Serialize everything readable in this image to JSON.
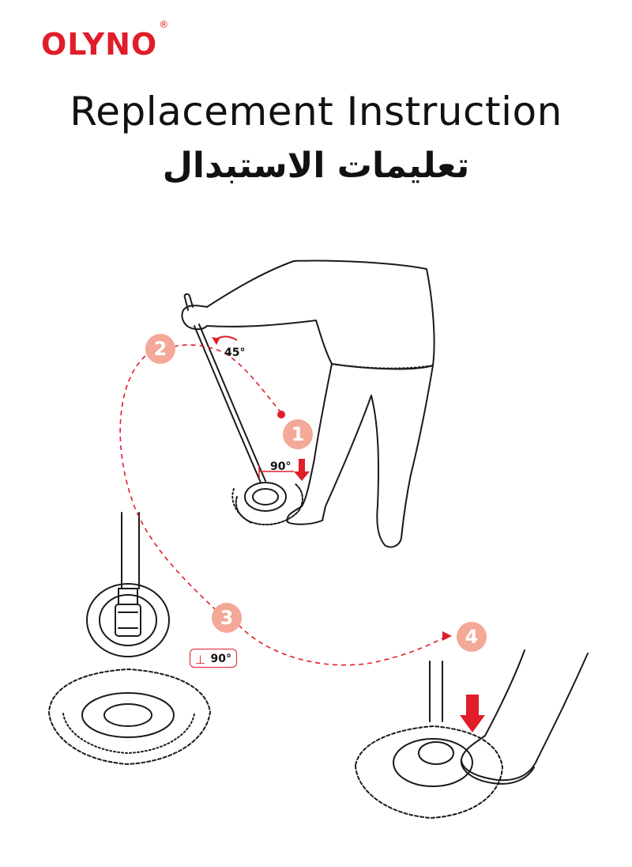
{
  "brand": {
    "name": "OLYNO",
    "registered_mark": "®",
    "color": "#e11d2a"
  },
  "title_en": "Replacement Instruction",
  "title_ar": "تعليمات الاستبدال",
  "steps": [
    {
      "number": "1"
    },
    {
      "number": "2"
    },
    {
      "number": "3"
    },
    {
      "number": "4"
    }
  ],
  "angles": {
    "tilt": "45°",
    "press": "90°",
    "mount": "90°"
  },
  "colors": {
    "accent": "#e11d2a",
    "badge": "#f3a898",
    "line": "#1a1a1a"
  }
}
